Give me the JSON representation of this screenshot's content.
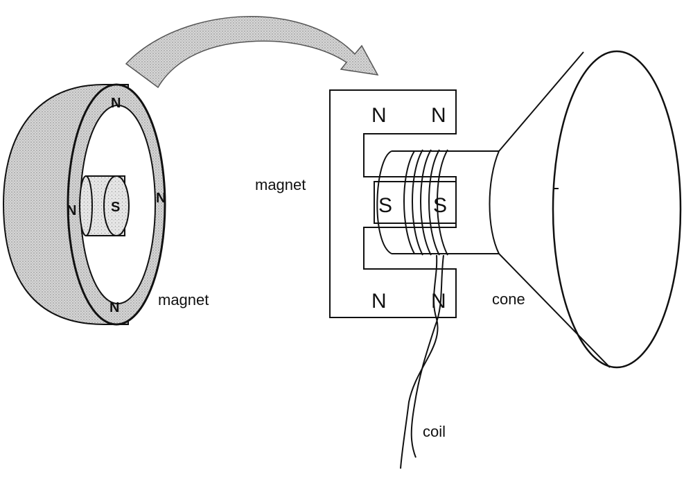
{
  "left_magnet": {
    "label": "magnet",
    "poles_outer": [
      "N",
      "N",
      "N",
      "N"
    ],
    "pole_center": "S"
  },
  "speaker": {
    "magnet_label": "magnet",
    "cone_label": "cone",
    "coil_label": "coil",
    "poles": {
      "top_left": "N",
      "top_right": "N",
      "mid_left": "S",
      "mid_right": "S",
      "bottom_left": "N",
      "bottom_right": "N"
    }
  }
}
